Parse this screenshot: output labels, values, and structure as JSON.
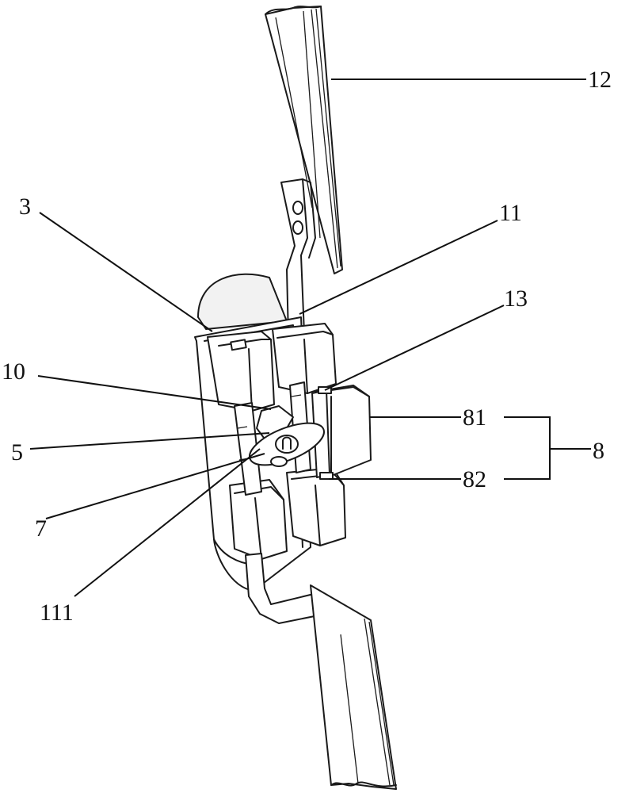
{
  "labels": {
    "l12": "12",
    "l11": "11",
    "l3": "3",
    "l13": "13",
    "l10": "10",
    "l81": "81",
    "l5": "5",
    "l8": "8",
    "l82": "82",
    "l7": "7",
    "l111": "111"
  }
}
